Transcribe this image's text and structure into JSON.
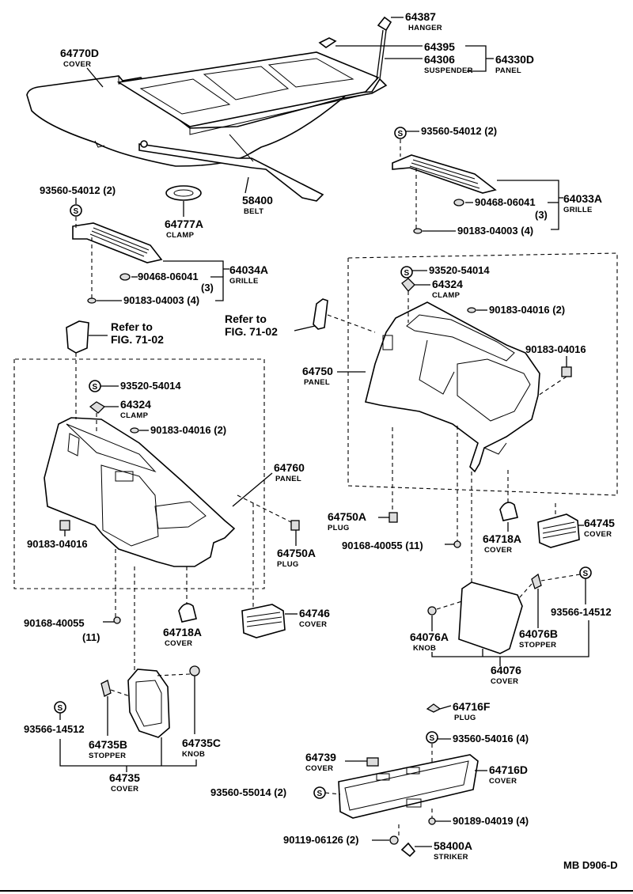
{
  "diagram": {
    "code": "MB D906-D",
    "symbol": "S",
    "refs": [
      {
        "line1": "Refer to",
        "line2": "FIG. 71-02"
      },
      {
        "line1": "Refer to",
        "line2": "FIG. 71-02"
      }
    ],
    "parts": {
      "p64387": {
        "no": "64387",
        "name": "HANGER"
      },
      "p64395": {
        "no": "64395",
        "name": ""
      },
      "p64306": {
        "no": "64306",
        "name": "SUSPENDER"
      },
      "p64330D": {
        "no": "64330D",
        "name": "PANEL"
      },
      "p64770D": {
        "no": "64770D",
        "name": "COVER"
      },
      "p58400": {
        "no": "58400",
        "name": "BELT"
      },
      "p64777A": {
        "no": "64777A",
        "name": "CLAMP"
      },
      "p93560_54012_l": {
        "no": "93560-54012 (2)",
        "name": ""
      },
      "p64034A": {
        "no": "64034A",
        "name": "GRILLE"
      },
      "p90468_l": {
        "no": "90468-06041",
        "qty": "(3)",
        "name": ""
      },
      "p90183_04003_l": {
        "no": "90183-04003 (4)",
        "name": ""
      },
      "p93560_54012_r": {
        "no": "93560-54012 (2)",
        "name": ""
      },
      "p64033A": {
        "no": "64033A",
        "name": "GRILLE"
      },
      "p90468_r": {
        "no": "90468-06041",
        "qty": "(3)",
        "name": ""
      },
      "p90183_04003_r": {
        "no": "90183-04003 (4)",
        "name": ""
      },
      "p93520_r": {
        "no": "93520-54014",
        "name": ""
      },
      "p64324_r": {
        "no": "64324",
        "name": "CLAMP"
      },
      "p90183_04016_2r": {
        "no": "90183-04016 (2)",
        "name": ""
      },
      "p90183_04016_r": {
        "no": "90183-04016",
        "name": ""
      },
      "p64750": {
        "no": "64750",
        "name": "PANEL"
      },
      "p64750A_r": {
        "no": "64750A",
        "name": "PLUG"
      },
      "p90168_r": {
        "no": "90168-40055 (11)",
        "name": ""
      },
      "p64718A_r": {
        "no": "64718A",
        "name": "COVER"
      },
      "p64745": {
        "no": "64745",
        "name": "COVER"
      },
      "p93520_l": {
        "no": "93520-54014",
        "name": ""
      },
      "p64324_l": {
        "no": "64324",
        "name": "CLAMP"
      },
      "p90183_04016_2l": {
        "no": "90183-04016 (2)",
        "name": ""
      },
      "p64760": {
        "no": "64760",
        "name": "PANEL"
      },
      "p90183_04016_l": {
        "no": "90183-04016",
        "name": ""
      },
      "p64750A_l": {
        "no": "64750A",
        "name": "PLUG"
      },
      "p90168_l": {
        "no": "90168-40055",
        "qty": "(11)",
        "name": ""
      },
      "p64718A_l": {
        "no": "64718A",
        "name": "COVER"
      },
      "p64746": {
        "no": "64746",
        "name": "COVER"
      },
      "p93566_r": {
        "no": "93566-14512",
        "name": ""
      },
      "p64076A": {
        "no": "64076A",
        "name": "KNOB"
      },
      "p64076B": {
        "no": "64076B",
        "name": "STOPPER"
      },
      "p64076": {
        "no": "64076",
        "name": "COVER"
      },
      "p93566_l": {
        "no": "93566-14512",
        "name": ""
      },
      "p64735B": {
        "no": "64735B",
        "name": "STOPPER"
      },
      "p64735C": {
        "no": "64735C",
        "name": "KNOB"
      },
      "p64735": {
        "no": "64735",
        "name": "COVER"
      },
      "p64716F": {
        "no": "64716F",
        "name": "PLUG"
      },
      "p93560_54016": {
        "no": "93560-54016 (4)",
        "name": ""
      },
      "p64739": {
        "no": "64739",
        "name": "COVER"
      },
      "p64716D": {
        "no": "64716D",
        "name": "COVER"
      },
      "p93560_55014": {
        "no": "93560-55014 (2)",
        "name": ""
      },
      "p90189": {
        "no": "90189-04019 (4)",
        "name": ""
      },
      "p90119": {
        "no": "90119-06126 (2)",
        "name": ""
      },
      "p58400A": {
        "no": "58400A",
        "name": "STRIKER"
      }
    }
  }
}
